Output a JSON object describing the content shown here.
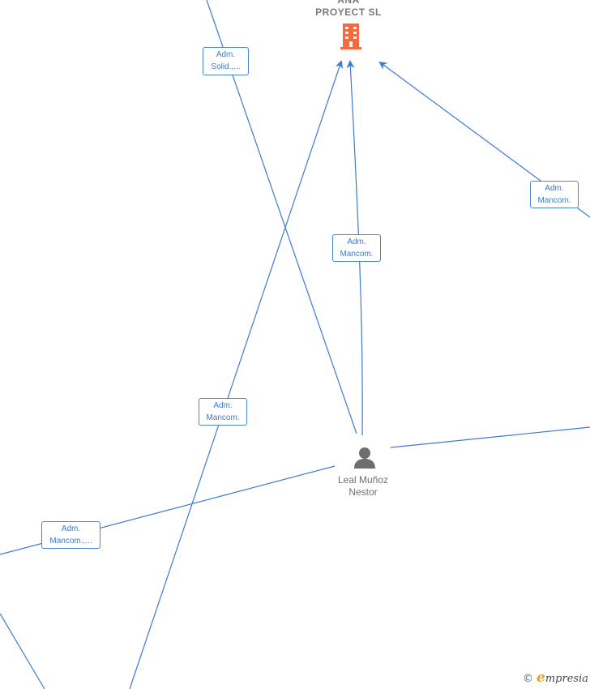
{
  "nodes": {
    "company": {
      "line1": "ANA",
      "line2": "PROYECT  SL",
      "icon": "building-icon",
      "color": "#f26a3d"
    },
    "person": {
      "line1": "Leal Muñoz",
      "line2": "Nestor",
      "icon": "person-icon",
      "color": "#6e6e6e"
    }
  },
  "edge_labels": [
    {
      "line1": "Adm.",
      "line2": "Solid.,..."
    },
    {
      "line1": "Adm.",
      "line2": "Mancom."
    },
    {
      "line1": "Adm.",
      "line2": "Mancom."
    },
    {
      "line1": "Adm.",
      "line2": "Mancom."
    },
    {
      "line1": "Adm.",
      "line2": "Mancom.,..."
    }
  ],
  "colors": {
    "edge": "#3c7bd0",
    "label_border": "#4a86d4"
  },
  "watermark": {
    "copyright": "©",
    "brand_first": "e",
    "brand_rest": "mpresia"
  }
}
